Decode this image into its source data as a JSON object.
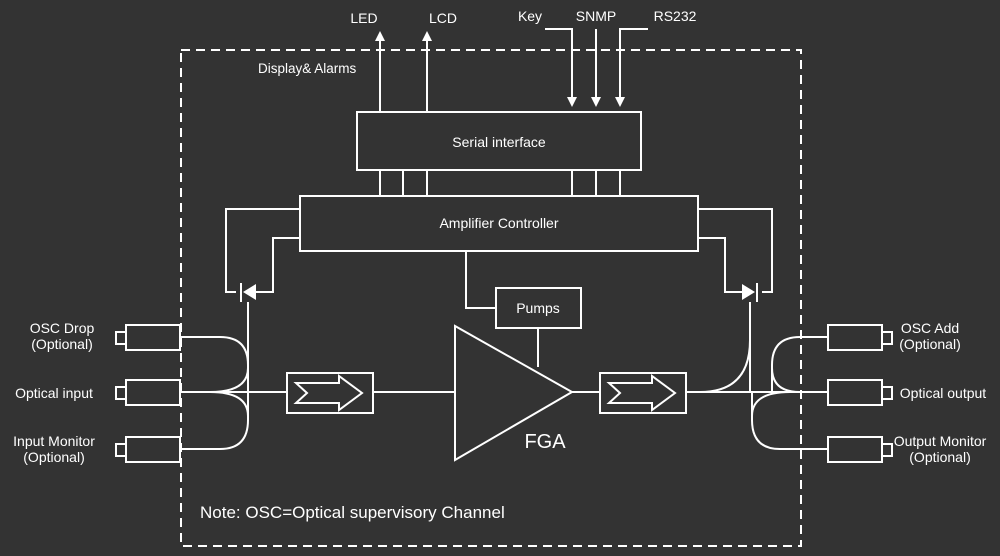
{
  "top_outputs": {
    "led": "LED",
    "lcd": "LCD"
  },
  "top_inputs": {
    "key": "Key",
    "snmp": "SNMP",
    "rs232": "RS232"
  },
  "display_alarms": "Display& Alarms",
  "serial_interface": "Serial interface",
  "amplifier_controller": "Amplifier Controller",
  "pumps": "Pumps",
  "fga": "FGA",
  "left_ports": {
    "osc_drop": [
      "OSC Drop",
      "(Optional)"
    ],
    "optical_input": "Optical input",
    "input_monitor": [
      "Input Monitor",
      "(Optional)"
    ]
  },
  "right_ports": {
    "osc_add": [
      "OSC Add",
      "(Optional)"
    ],
    "optical_output": "Optical output",
    "output_monitor": [
      "Output Monitor",
      "(Optional)"
    ]
  },
  "note": "Note: OSC=Optical supervisory Channel"
}
